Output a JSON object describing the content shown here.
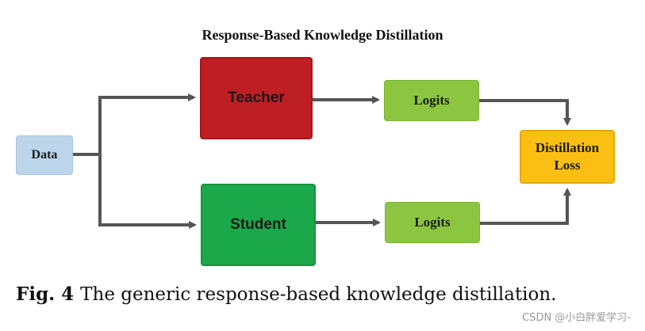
{
  "title": "Response-Based Knowledge Distillation",
  "nodes": {
    "data": "Data",
    "teacher": "Teacher",
    "student": "Student",
    "logits_teacher": "Logits",
    "logits_student": "Logits",
    "loss_line1": "Distillation",
    "loss_line2": "Loss"
  },
  "caption": {
    "label": "Fig. 4",
    "text": "The generic response-based knowledge distillation."
  },
  "watermark": "CSDN @小白胖爱学习-",
  "colors": {
    "data": "#bcd5ea",
    "teacher": "#bd1f25",
    "student": "#1ba84a",
    "logits": "#8cc641",
    "loss": "#fbbf14",
    "arrow": "#555555"
  }
}
